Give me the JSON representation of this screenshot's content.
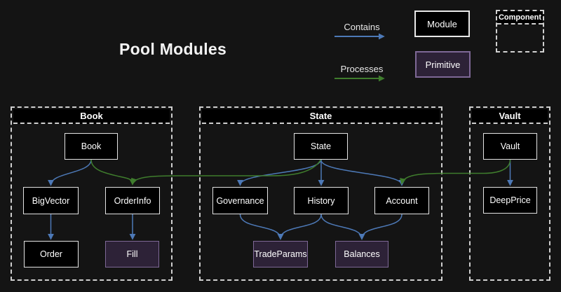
{
  "title": "Pool Modules",
  "legend": {
    "contains_label": "Contains",
    "processes_label": "Processes",
    "module_label": "Module",
    "primitive_label": "Primitive",
    "component_label": "Component"
  },
  "colors": {
    "background": "#141414",
    "module_fill": "#000000",
    "module_border": "#e3e3e3",
    "primitive_fill": "#2d2237",
    "primitive_border": "#7e6896",
    "component_border": "#d2d2d2",
    "contains_edge": "#4d79b7",
    "processes_edge": "#3f7d2d"
  },
  "diagram": {
    "containers": {
      "book": "Book",
      "state": "State",
      "vault": "Vault"
    },
    "nodes": {
      "book": "Book",
      "big_vector": "BigVector",
      "order_info": "OrderInfo",
      "order": "Order",
      "fill": "Fill",
      "state": "State",
      "governance": "Governance",
      "history": "History",
      "account": "Account",
      "trade_params": "TradeParams",
      "balances": "Balances",
      "vault": "Vault",
      "deep_price": "DeepPrice"
    },
    "edges": [
      {
        "from": "Book",
        "to": "BigVector",
        "type": "contains"
      },
      {
        "from": "BigVector",
        "to": "Order",
        "type": "contains"
      },
      {
        "from": "OrderInfo",
        "to": "Fill",
        "type": "contains"
      },
      {
        "from": "Book",
        "to": "OrderInfo",
        "type": "processes"
      },
      {
        "from": "State",
        "to": "OrderInfo",
        "type": "processes"
      },
      {
        "from": "State",
        "to": "Governance",
        "type": "contains"
      },
      {
        "from": "State",
        "to": "History",
        "type": "contains"
      },
      {
        "from": "State",
        "to": "Account",
        "type": "contains"
      },
      {
        "from": "Governance",
        "to": "TradeParams",
        "type": "contains"
      },
      {
        "from": "History",
        "to": "TradeParams",
        "type": "contains"
      },
      {
        "from": "History",
        "to": "Balances",
        "type": "contains"
      },
      {
        "from": "Account",
        "to": "Balances",
        "type": "contains"
      },
      {
        "from": "Vault",
        "to": "DeepPrice",
        "type": "contains"
      },
      {
        "from": "Vault",
        "to": "Account",
        "type": "processes"
      }
    ]
  }
}
